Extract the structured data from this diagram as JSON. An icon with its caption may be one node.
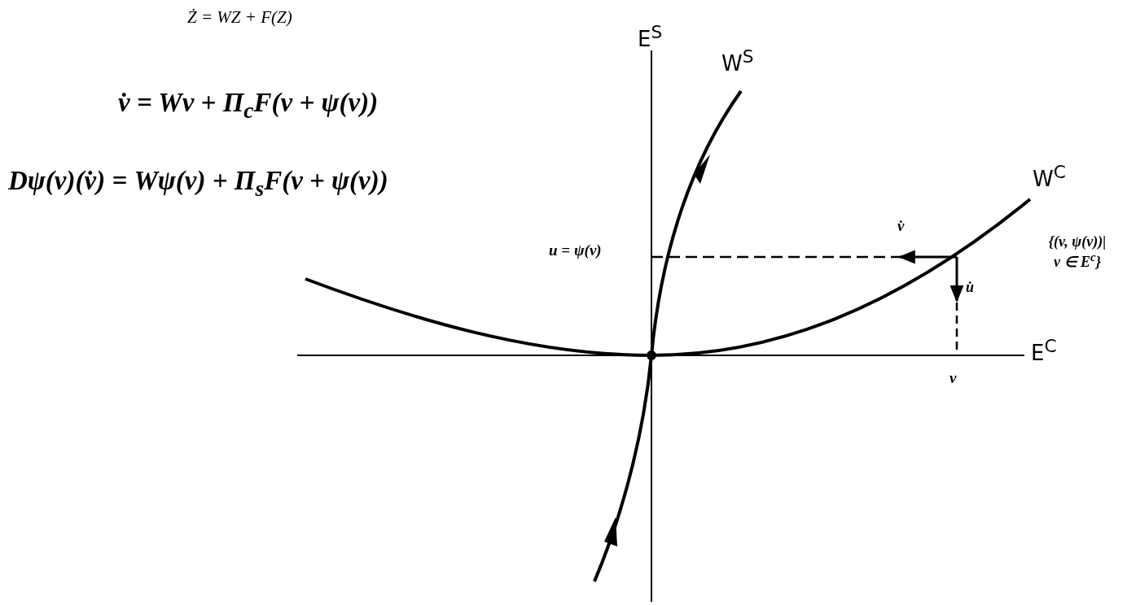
{
  "diagram": {
    "labels": [
      "Ż = WZ + F(Z)",
      "E$^{S}$",
      "W$^{S}$",
      "v̇ = Wv + Π$_{c}$F(v + ψ(v))",
      "Dψ(v)(v̇) = Wψ(v) + Π$_{s}$F(v + ψ(v))",
      "W$^{C}$",
      "v̇",
      "u = ψ(v)",
      "{(v, ψ(v))| v ∈ E$^{c}$}",
      "u̇",
      "E$^{C}$",
      "v"
    ]
  }
}
